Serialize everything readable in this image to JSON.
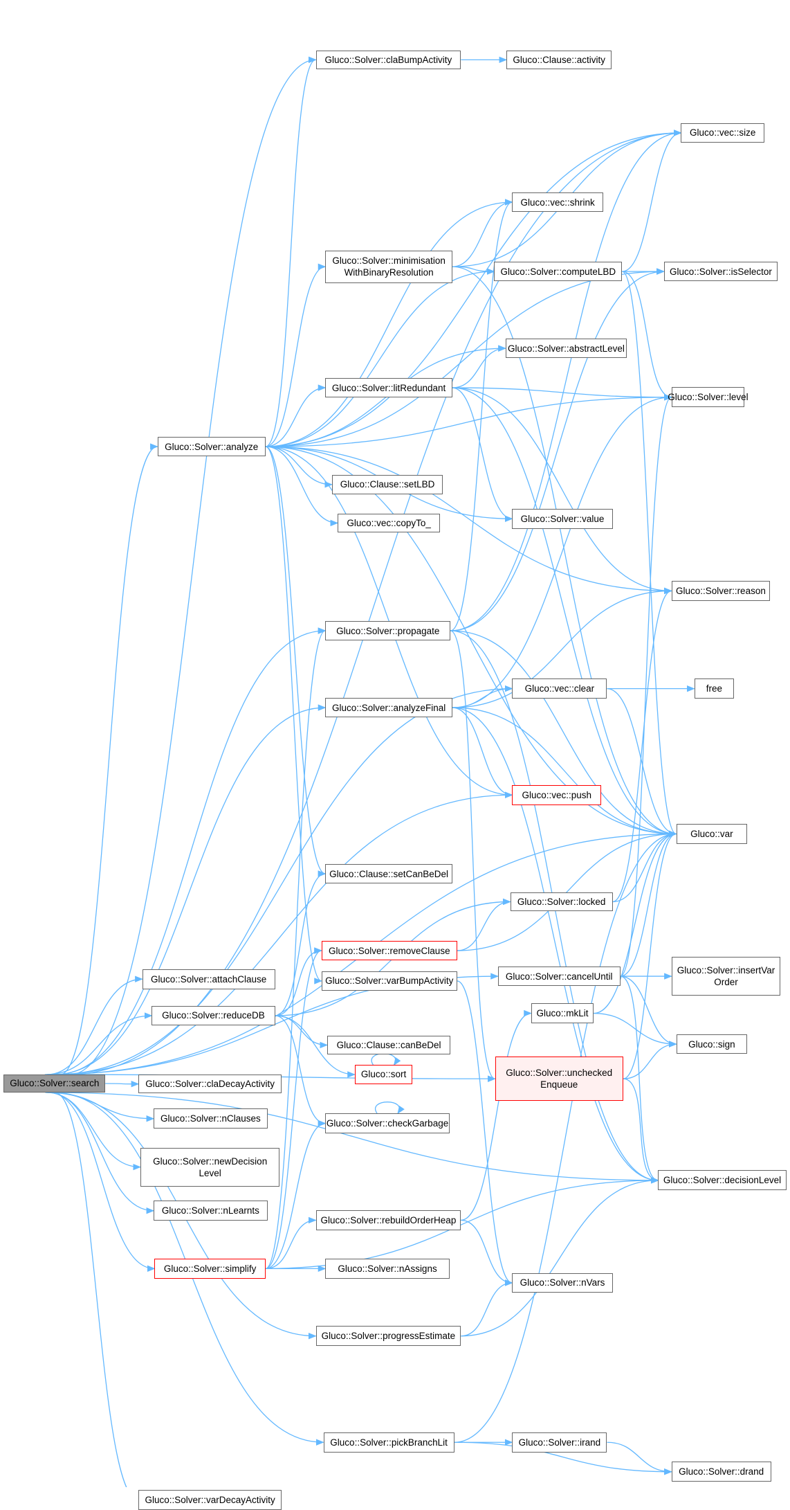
{
  "colors": {
    "edge": "#63b8ff",
    "border": "#666666",
    "root_fill": "#999999",
    "highlight_border": "#ff0000",
    "highlight_fill": "#fff0f0"
  },
  "nodes": {
    "search": "Gluco::Solver::search",
    "claBumpActivity": "Gluco::Solver::claBumpActivity",
    "activity": "Gluco::Clause::activity",
    "size": "Gluco::vec::size",
    "shrink": "Gluco::vec::shrink",
    "minimisation": "Gluco::Solver::minimisation\nWithBinaryResolution",
    "computeLBD": "Gluco::Solver::computeLBD",
    "isSelector": "Gluco::Solver::isSelector",
    "abstractLevel": "Gluco::Solver::abstractLevel",
    "level": "Gluco::Solver::level",
    "litRedundant": "Gluco::Solver::litRedundant",
    "analyze": "Gluco::Solver::analyze",
    "setLBD": "Gluco::Clause::setLBD",
    "copyTo": "Gluco::vec::copyTo_",
    "value": "Gluco::Solver::value",
    "reason": "Gluco::Solver::reason",
    "propagate": "Gluco::Solver::propagate",
    "clear": "Gluco::vec::clear",
    "free": "free",
    "analyzeFinal": "Gluco::Solver::analyzeFinal",
    "push": "Gluco::vec::push",
    "var": "Gluco::var",
    "setCanBeDel": "Gluco::Clause::setCanBeDel",
    "locked": "Gluco::Solver::locked",
    "removeClause": "Gluco::Solver::removeClause",
    "attachClause": "Gluco::Solver::attachClause",
    "varBumpActivity": "Gluco::Solver::varBumpActivity",
    "cancelUntil": "Gluco::Solver::cancelUntil",
    "insertVarOrder": "Gluco::Solver::insertVar\nOrder",
    "reduceDB": "Gluco::Solver::reduceDB",
    "mkLit": "Gluco::mkLit",
    "canBeDel": "Gluco::Clause::canBeDel",
    "sign": "Gluco::sign",
    "sort": "Gluco::sort",
    "uncheckedEnqueue": "Gluco::Solver::unchecked\nEnqueue",
    "claDecayActivity": "Gluco::Solver::claDecayActivity",
    "nClauses": "Gluco::Solver::nClauses",
    "checkGarbage": "Gluco::Solver::checkGarbage",
    "newDecisionLevel": "Gluco::Solver::newDecision\nLevel",
    "decisionLevel": "Gluco::Solver::decisionLevel",
    "nLearnts": "Gluco::Solver::nLearnts",
    "rebuildOrderHeap": "Gluco::Solver::rebuildOrderHeap",
    "simplify": "Gluco::Solver::simplify",
    "nAssigns": "Gluco::Solver::nAssigns",
    "nVars": "Gluco::Solver::nVars",
    "progressEstimate": "Gluco::Solver::progressEstimate",
    "pickBranchLit": "Gluco::Solver::pickBranchLit",
    "irand": "Gluco::Solver::irand",
    "drand": "Gluco::Solver::drand",
    "varDecayActivity": "Gluco::Solver::varDecayActivity"
  },
  "edges": [
    [
      "search",
      "claBumpActivity"
    ],
    [
      "search",
      "size"
    ],
    [
      "search",
      "analyze"
    ],
    [
      "search",
      "propagate"
    ],
    [
      "search",
      "clear"
    ],
    [
      "search",
      "analyzeFinal"
    ],
    [
      "search",
      "var"
    ],
    [
      "search",
      "attachClause"
    ],
    [
      "search",
      "reduceDB"
    ],
    [
      "search",
      "claDecayActivity"
    ],
    [
      "search",
      "nClauses"
    ],
    [
      "search",
      "newDecisionLevel"
    ],
    [
      "search",
      "nLearnts"
    ],
    [
      "search",
      "simplify"
    ],
    [
      "search",
      "progressEstimate"
    ],
    [
      "search",
      "pickBranchLit"
    ],
    [
      "search",
      "varDecayActivity"
    ],
    [
      "search",
      "decisionLevel"
    ],
    [
      "search",
      "cancelUntil"
    ],
    [
      "search",
      "uncheckedEnqueue"
    ],
    [
      "search",
      "push"
    ],
    [
      "claBumpActivity",
      "activity"
    ],
    [
      "analyze",
      "claBumpActivity"
    ],
    [
      "analyze",
      "size"
    ],
    [
      "analyze",
      "shrink"
    ],
    [
      "analyze",
      "minimisation"
    ],
    [
      "analyze",
      "computeLBD"
    ],
    [
      "analyze",
      "isSelector"
    ],
    [
      "analyze",
      "abstractLevel"
    ],
    [
      "analyze",
      "level"
    ],
    [
      "analyze",
      "litRedundant"
    ],
    [
      "analyze",
      "setLBD"
    ],
    [
      "analyze",
      "copyTo"
    ],
    [
      "analyze",
      "value"
    ],
    [
      "analyze",
      "reason"
    ],
    [
      "analyze",
      "push"
    ],
    [
      "analyze",
      "var"
    ],
    [
      "analyze",
      "setCanBeDel"
    ],
    [
      "analyze",
      "varBumpActivity"
    ],
    [
      "minimisation",
      "size"
    ],
    [
      "minimisation",
      "shrink"
    ],
    [
      "minimisation",
      "computeLBD"
    ],
    [
      "minimisation",
      "var"
    ],
    [
      "computeLBD",
      "size"
    ],
    [
      "computeLBD",
      "isSelector"
    ],
    [
      "computeLBD",
      "level"
    ],
    [
      "computeLBD",
      "var"
    ],
    [
      "litRedundant",
      "abstractLevel"
    ],
    [
      "litRedundant",
      "level"
    ],
    [
      "litRedundant",
      "value"
    ],
    [
      "litRedundant",
      "reason"
    ],
    [
      "litRedundant",
      "var"
    ],
    [
      "propagate",
      "shrink"
    ],
    [
      "propagate",
      "size"
    ],
    [
      "propagate",
      "isSelector"
    ],
    [
      "propagate",
      "var"
    ],
    [
      "propagate",
      "uncheckedEnqueue"
    ],
    [
      "propagate",
      "decisionLevel"
    ],
    [
      "clear",
      "free"
    ],
    [
      "clear",
      "var"
    ],
    [
      "analyzeFinal",
      "clear"
    ],
    [
      "analyzeFinal",
      "level"
    ],
    [
      "analyzeFinal",
      "reason"
    ],
    [
      "analyzeFinal",
      "push"
    ],
    [
      "analyzeFinal",
      "var"
    ],
    [
      "analyzeFinal",
      "decisionLevel"
    ],
    [
      "locked",
      "var"
    ],
    [
      "locked",
      "reason"
    ],
    [
      "removeClause",
      "locked"
    ],
    [
      "removeClause",
      "var"
    ],
    [
      "cancelUntil",
      "insertVarOrder"
    ],
    [
      "cancelUntil",
      "sign"
    ],
    [
      "cancelUntil",
      "var"
    ],
    [
      "cancelUntil",
      "level"
    ],
    [
      "cancelUntil",
      "decisionLevel"
    ],
    [
      "mkLit",
      "sign"
    ],
    [
      "mkLit",
      "var"
    ],
    [
      "uncheckedEnqueue",
      "sign"
    ],
    [
      "uncheckedEnqueue",
      "var"
    ],
    [
      "uncheckedEnqueue",
      "decisionLevel"
    ],
    [
      "reduceDB",
      "setCanBeDel"
    ],
    [
      "reduceDB",
      "removeClause"
    ],
    [
      "reduceDB",
      "locked"
    ],
    [
      "reduceDB",
      "canBeDel"
    ],
    [
      "reduceDB",
      "sort"
    ],
    [
      "reduceDB",
      "checkGarbage"
    ],
    [
      "sort",
      "sort"
    ],
    [
      "checkGarbage",
      "checkGarbage"
    ],
    [
      "simplify",
      "propagate"
    ],
    [
      "simplify",
      "removeClause"
    ],
    [
      "simplify",
      "checkGarbage"
    ],
    [
      "simplify",
      "rebuildOrderHeap"
    ],
    [
      "simplify",
      "nAssigns"
    ],
    [
      "simplify",
      "decisionLevel"
    ],
    [
      "rebuildOrderHeap",
      "mkLit"
    ],
    [
      "rebuildOrderHeap",
      "nVars"
    ],
    [
      "progressEstimate",
      "nVars"
    ],
    [
      "progressEstimate",
      "decisionLevel"
    ],
    [
      "pickBranchLit",
      "irand"
    ],
    [
      "pickBranchLit",
      "drand"
    ],
    [
      "pickBranchLit",
      "var"
    ],
    [
      "irand",
      "drand"
    ],
    [
      "varBumpActivity",
      "nVars"
    ]
  ]
}
